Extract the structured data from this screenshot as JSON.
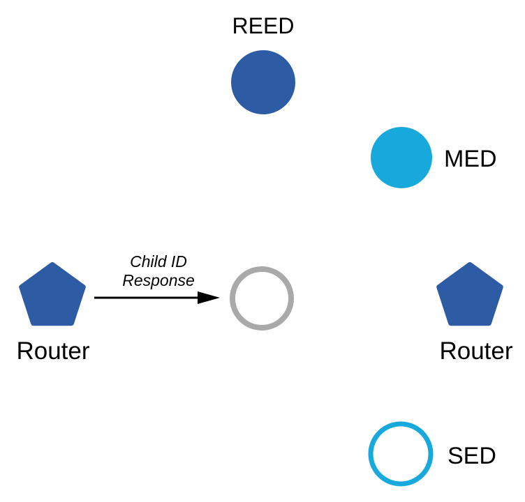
{
  "diagram": {
    "background": "#ffffff",
    "nodes": {
      "reed": {
        "label": "REED",
        "shape": "filled-circle",
        "color": "#2D5CA5"
      },
      "med": {
        "label": "MED",
        "shape": "filled-circle",
        "color": "#18A9DC"
      },
      "router_left": {
        "label": "Router",
        "shape": "filled-pentagon",
        "color": "#2D5CA5"
      },
      "joiner": {
        "label": "",
        "shape": "outlined-circle",
        "color": "#A9A9A9"
      },
      "router_right": {
        "label": "Router",
        "shape": "filled-pentagon",
        "color": "#2D5CA5"
      },
      "sed": {
        "label": "SED",
        "shape": "outlined-circle",
        "color": "#18A9DC"
      }
    },
    "message_arrow": {
      "label_line1": "Child ID",
      "label_line2": "Response",
      "color": "#000000",
      "from": "router_left",
      "to": "joiner"
    }
  }
}
